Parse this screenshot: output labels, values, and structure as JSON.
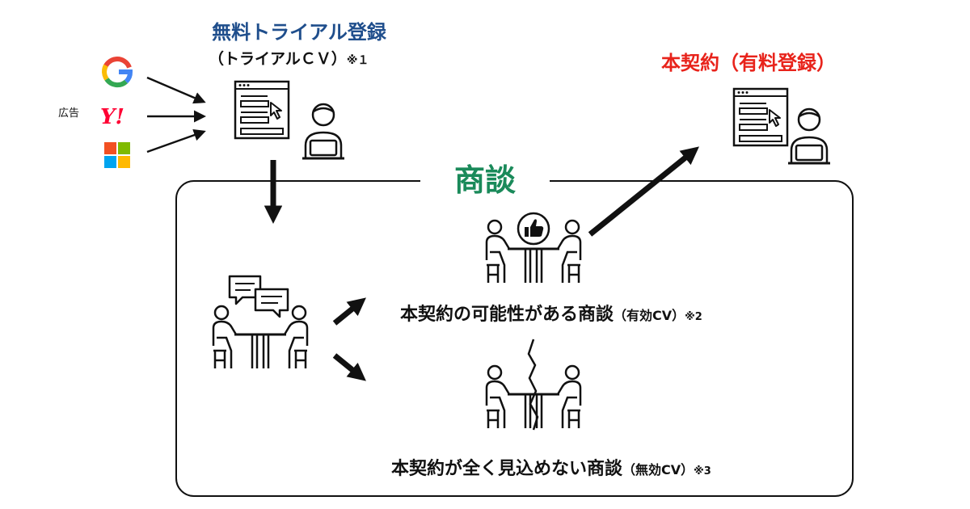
{
  "trial": {
    "title": "無料トライアル登録",
    "cv_label": "（トライアルＣＶ）",
    "cv_note": "※１"
  },
  "contract": {
    "title": "本契約（有料登録）"
  },
  "ads": {
    "label": "広告",
    "sources": [
      "google-logo",
      "yahoo-logo",
      "microsoft-logo"
    ]
  },
  "negotiation": {
    "title": "商談",
    "valid": {
      "label": "本契約の可能性がある商談",
      "paren": "（有効CV）",
      "note": "※2"
    },
    "invalid": {
      "label": "本契約が全く見込めない商談",
      "paren": "（無効CV）",
      "note": "※3"
    }
  },
  "colors": {
    "trial_title": "#1f4e8c",
    "contract_title": "#e8231b",
    "negotiation_title": "#1a8a5a",
    "google_blue": "#4285F4",
    "google_red": "#EA4335",
    "google_yellow": "#FBBC05",
    "google_green": "#34A853",
    "yahoo_red": "#ff0033",
    "ms_red": "#F25022",
    "ms_green": "#7FBA00",
    "ms_blue": "#00A4EF",
    "ms_yellow": "#FFB900"
  }
}
